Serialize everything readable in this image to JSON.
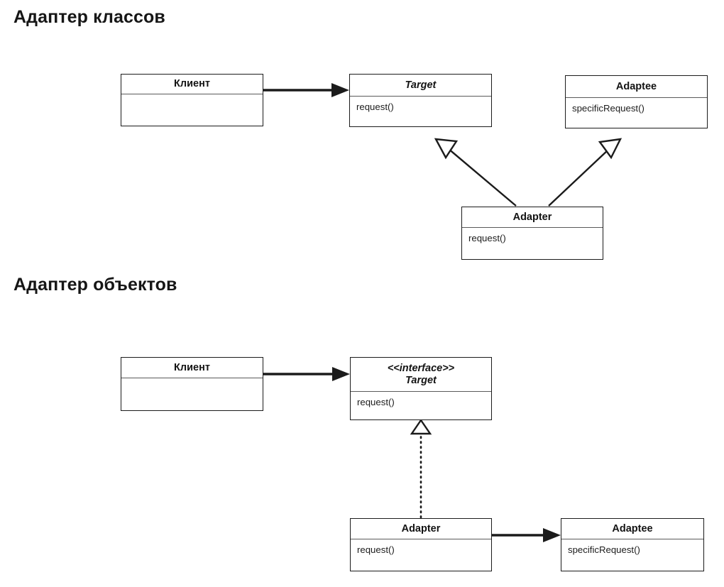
{
  "page": {
    "background": "#ffffff",
    "ink_color": "#1b1b1b"
  },
  "sections": [
    {
      "id": "class-adapter",
      "title": "Адаптер классов",
      "boxes": {
        "client": {
          "name": "Клиент",
          "members": ""
        },
        "target": {
          "name": "Target",
          "members": "request()"
        },
        "adaptee": {
          "name": "Adaptee",
          "members": "specificRequest()"
        },
        "adapter": {
          "name": "Adapter",
          "members": "request()"
        }
      },
      "relations": [
        {
          "from": "client",
          "to": "target",
          "kind": "association",
          "arrow": "solid-filled"
        },
        {
          "from": "adapter",
          "to": "target",
          "kind": "generalization",
          "arrow": "hollow-triangle"
        },
        {
          "from": "adapter",
          "to": "adaptee",
          "kind": "generalization",
          "arrow": "hollow-triangle"
        }
      ]
    },
    {
      "id": "object-adapter",
      "title": "Адаптер объектов",
      "boxes": {
        "client": {
          "name": "Клиент",
          "members": ""
        },
        "target": {
          "stereotype": "<<interface>>",
          "name": "Target",
          "members": "request()"
        },
        "adapter": {
          "name": "Adapter",
          "members": "request()"
        },
        "adaptee": {
          "name": "Adaptee",
          "members": "specificRequest()"
        }
      },
      "relations": [
        {
          "from": "client",
          "to": "target",
          "kind": "association",
          "arrow": "solid-filled"
        },
        {
          "from": "adapter",
          "to": "target",
          "kind": "realization",
          "arrow": "hollow-triangle",
          "line": "dotted"
        },
        {
          "from": "adapter",
          "to": "adaptee",
          "kind": "association",
          "arrow": "solid-filled"
        }
      ]
    }
  ]
}
